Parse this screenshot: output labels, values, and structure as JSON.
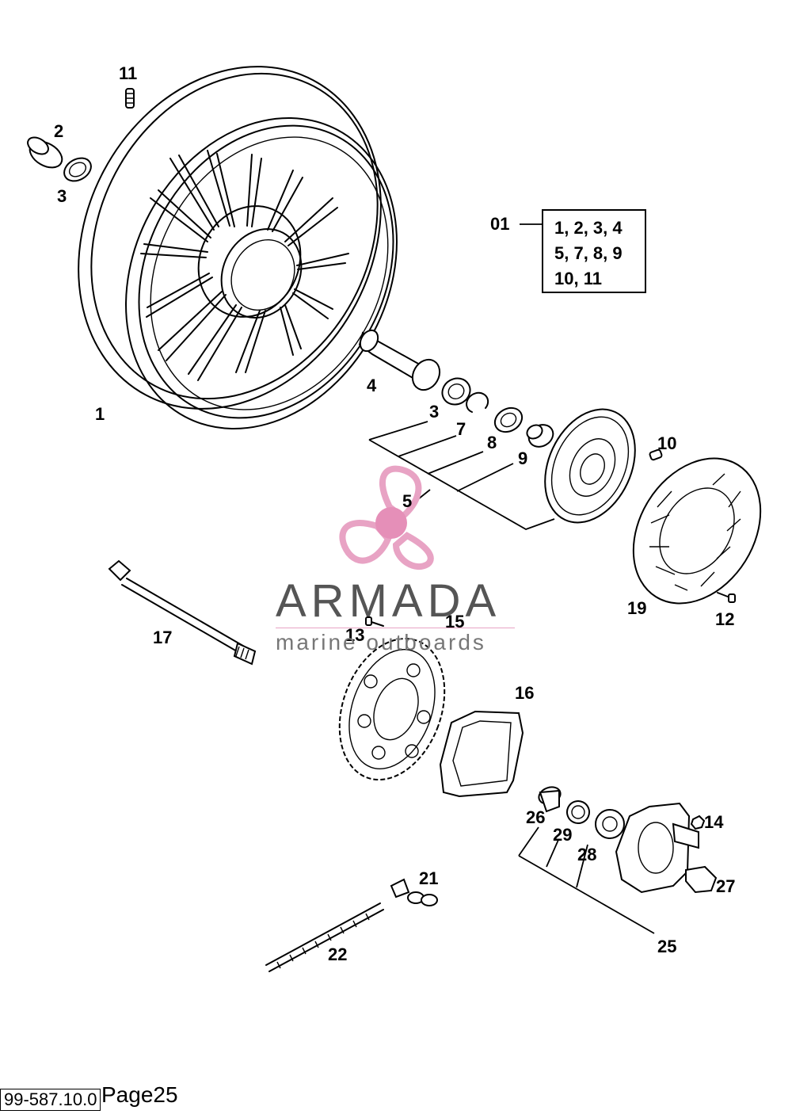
{
  "callouts": {
    "c1": "1",
    "c2": "2",
    "c3a": "3",
    "c3b": "3",
    "c4": "4",
    "c5": "5",
    "c7": "7",
    "c8": "8",
    "c9": "9",
    "c10": "10",
    "c11": "11",
    "c12": "12",
    "c13": "13",
    "c14": "14",
    "c15": "15",
    "c16": "16",
    "c17": "17",
    "c19": "19",
    "c21": "21",
    "c22": "22",
    "c25": "25",
    "c26": "26",
    "c27": "27",
    "c28": "28",
    "c29": "29"
  },
  "legend": {
    "label": "01",
    "lines": [
      "1, 2, 3, 4",
      "5, 7, 8, 9",
      "10, 11"
    ]
  },
  "watermark": {
    "name": "ARMADA",
    "tagline": "marine outboards",
    "colors": {
      "logo": "#e8a3c4",
      "logo_center": "#e58fb8",
      "text": "#555555"
    }
  },
  "footer": {
    "code": "99-587.10.0",
    "page": "Page25"
  }
}
